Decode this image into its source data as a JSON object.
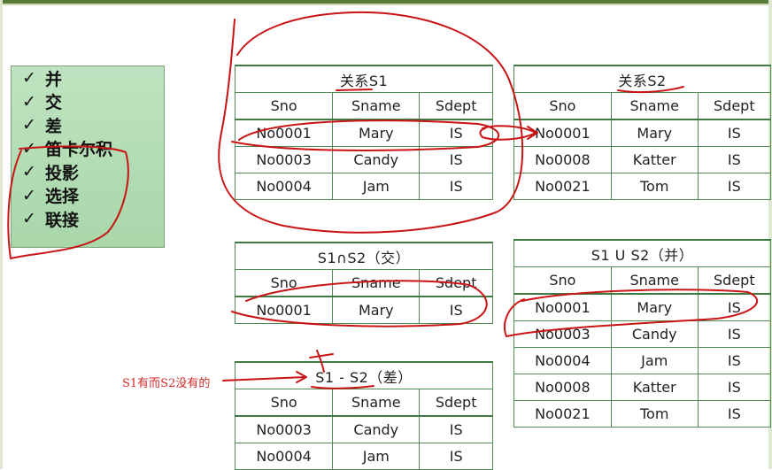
{
  "operations": [
    "并",
    "交",
    "差",
    "笛卡尔积",
    "投影",
    "选择",
    "联接"
  ],
  "check_mark": "✓",
  "columns": [
    "Sno",
    "Sname",
    "Sdept"
  ],
  "s1": {
    "title": "关系S1",
    "rows": [
      [
        "No0001",
        "Mary",
        "IS"
      ],
      [
        "No0003",
        "Candy",
        "IS"
      ],
      [
        "No0004",
        "Jam",
        "IS"
      ]
    ]
  },
  "s2": {
    "title": "关系S2",
    "rows": [
      [
        "No0001",
        "Mary",
        "IS"
      ],
      [
        "No0008",
        "Katter",
        "IS"
      ],
      [
        "No0021",
        "Tom",
        "IS"
      ]
    ]
  },
  "intersect": {
    "title": "S1∩S2（交）",
    "rows": [
      [
        "No0001",
        "Mary",
        "IS"
      ]
    ]
  },
  "union": {
    "title": "S1 U S2（并）",
    "rows": [
      [
        "No0001",
        "Mary",
        "IS"
      ],
      [
        "No0003",
        "Candy",
        "IS"
      ],
      [
        "No0004",
        "Jam",
        "IS"
      ],
      [
        "No0008",
        "Katter",
        "IS"
      ],
      [
        "No0021",
        "Tom",
        "IS"
      ]
    ]
  },
  "difference": {
    "title": "S1 - S2（差）",
    "rows": [
      [
        "No0003",
        "Candy",
        "IS"
      ],
      [
        "No0004",
        "Jam",
        "IS"
      ]
    ]
  },
  "annotation": "S1有而S2没有的",
  "colors": {
    "ink": "#c81414",
    "table_border": "#4f8a57",
    "panel": "#b5ddb7"
  }
}
